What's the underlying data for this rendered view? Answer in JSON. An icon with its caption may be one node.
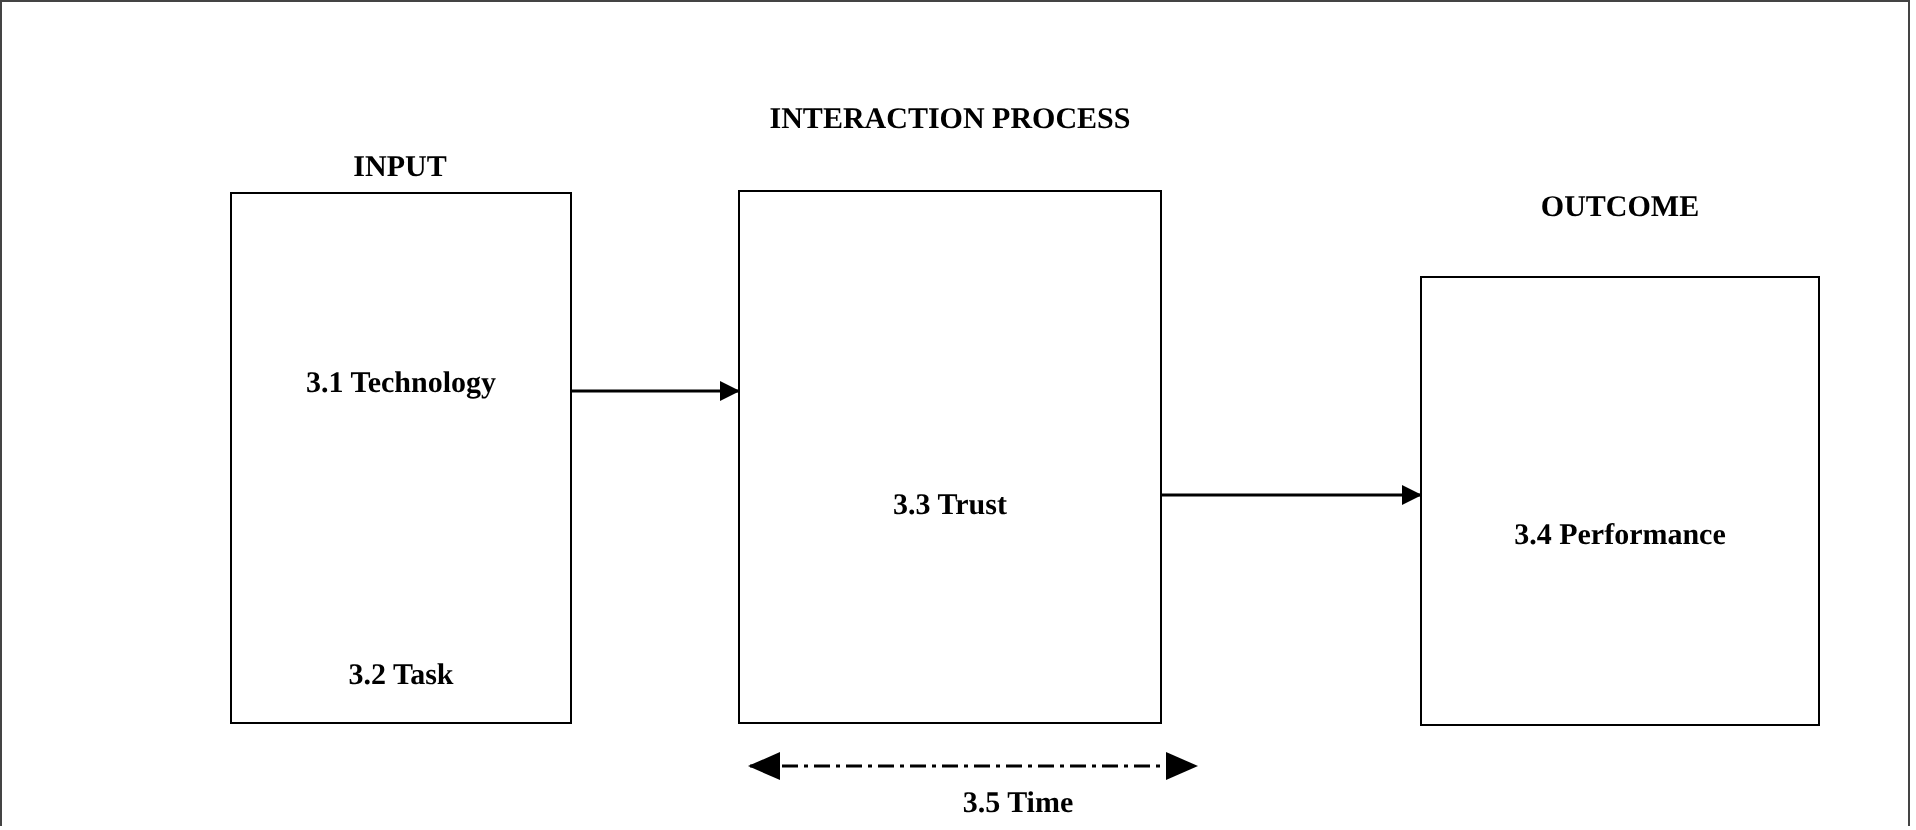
{
  "diagram": {
    "nodes": [
      {
        "text": [
          "INPUT",
          "3.1 Technology",
          "3.2 Task"
        ]
      },
      {
        "text": [
          "INTERACTION PROCESS",
          "3.3 Trust"
        ],
        "beside": [
          "3.5 Time"
        ]
      },
      {
        "text": [
          "OUTCOME",
          "3.4 Performance"
        ]
      }
    ],
    "edges": [
      {
        "from": 0,
        "to": 1,
        "arrow": "to"
      },
      {
        "from": 1,
        "to": 2,
        "arrow": "to"
      }
    ]
  }
}
